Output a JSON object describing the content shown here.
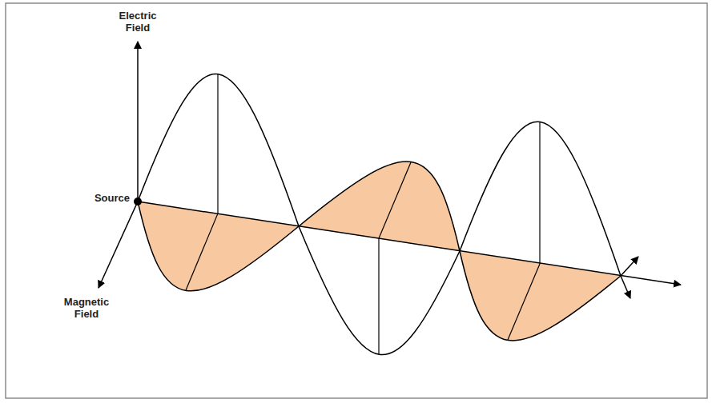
{
  "diagram": {
    "labels": [
      "Electric Field",
      "Source",
      "Magnetic Field"
    ]
  }
}
